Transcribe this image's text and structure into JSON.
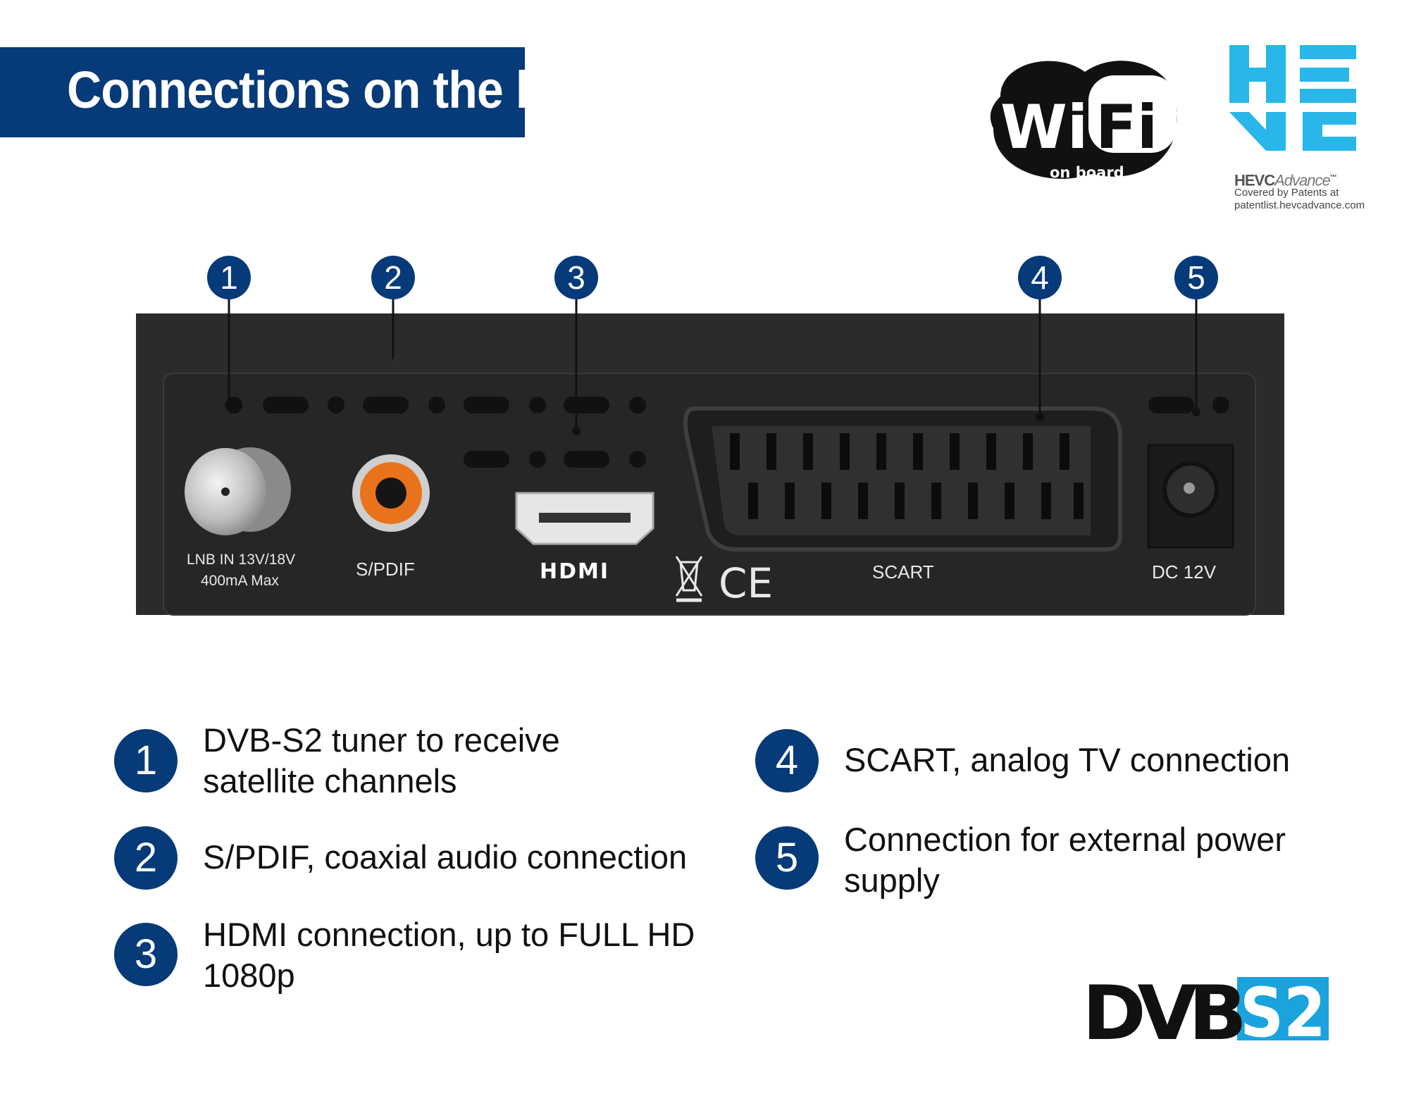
{
  "page_title": "Connections on the back",
  "logos": {
    "wifi_word_left": "Wi",
    "wifi_word_right": "Fi",
    "wifi_sub": "on board",
    "hevc_brand": "HEVC",
    "hevc_brand_suffix": "Advance",
    "hevc_tm": "™",
    "hevc_line1": "Covered by Patents at",
    "hevc_line2": "patentlist.hevcadvance.com",
    "dvb_left": "DVB",
    "dvb_right": "S2"
  },
  "device_labels": {
    "lnb_line1": "LNB  IN  13V/18V",
    "lnb_line2": "400mA  Max",
    "spdif": "S/PDIF",
    "hdmi": "HDMI",
    "ce": "CE",
    "scart": "SCART",
    "dc": "DC  12V"
  },
  "callouts": [
    "1",
    "2",
    "3",
    "4",
    "5"
  ],
  "legend": [
    {
      "num": "1",
      "line1": "DVB-S2 tuner to receive",
      "line2": "satellite channels"
    },
    {
      "num": "2",
      "line1": "S/PDIF, coaxial audio connection",
      "line2": ""
    },
    {
      "num": "3",
      "line1": "HDMI connection, up to FULL HD",
      "line2": "1080p"
    },
    {
      "num": "4",
      "line1": "SCART, analog TV connection",
      "line2": ""
    },
    {
      "num": "5",
      "line1": "Connection for external power",
      "line2": "supply"
    }
  ],
  "colors": {
    "brand_blue": "#063a78",
    "device_body": "#2a2a2a",
    "spdif_ring": "#e8731c",
    "dvb_cyan": "#1aa3dc",
    "hevc_cyan": "#29b6e8"
  }
}
